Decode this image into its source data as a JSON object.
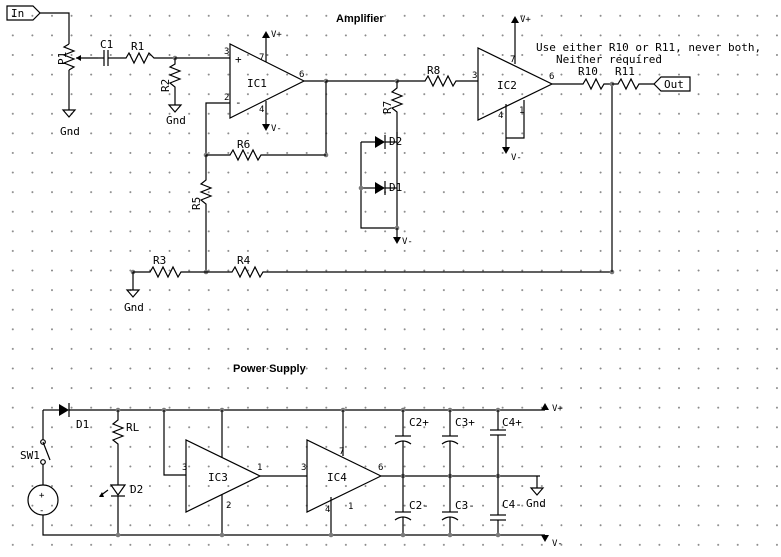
{
  "titles": {
    "amplifier": "Amplifier",
    "power_supply": "Power Supply"
  },
  "notes": {
    "line1": "Use either R10 or R11, never both,",
    "line2": "Neither required"
  },
  "ports": {
    "in": "In",
    "out": "Out"
  },
  "net_labels": {
    "gnd": "Gnd",
    "vplus": "V+",
    "vminus": "V-"
  },
  "pins": {
    "plus": "+",
    "minus": "-",
    "p1": "1",
    "p2": "2",
    "p3": "3",
    "p4": "4",
    "p6": "6",
    "p7": "7"
  },
  "components": {
    "P1": "P1",
    "C1": "C1",
    "R1": "R1",
    "R2": "R2",
    "IC1": "IC1",
    "R6": "R6",
    "R5": "R5",
    "R3": "R3",
    "R4": "R4",
    "R7": "R7",
    "R8": "R8",
    "D1": "D1",
    "D2": "D2",
    "IC2": "IC2",
    "R10": "R10",
    "R11": "R11",
    "PS_D1": "D1",
    "SW1": "SW1",
    "RL": "RL",
    "PS_D2": "D2",
    "IC3": "IC3",
    "IC4": "IC4",
    "C2p": "C2+",
    "C2m": "C2-",
    "C3p": "C3+",
    "C3m": "C3-",
    "C4p": "C4+",
    "C4m": "C4-"
  }
}
